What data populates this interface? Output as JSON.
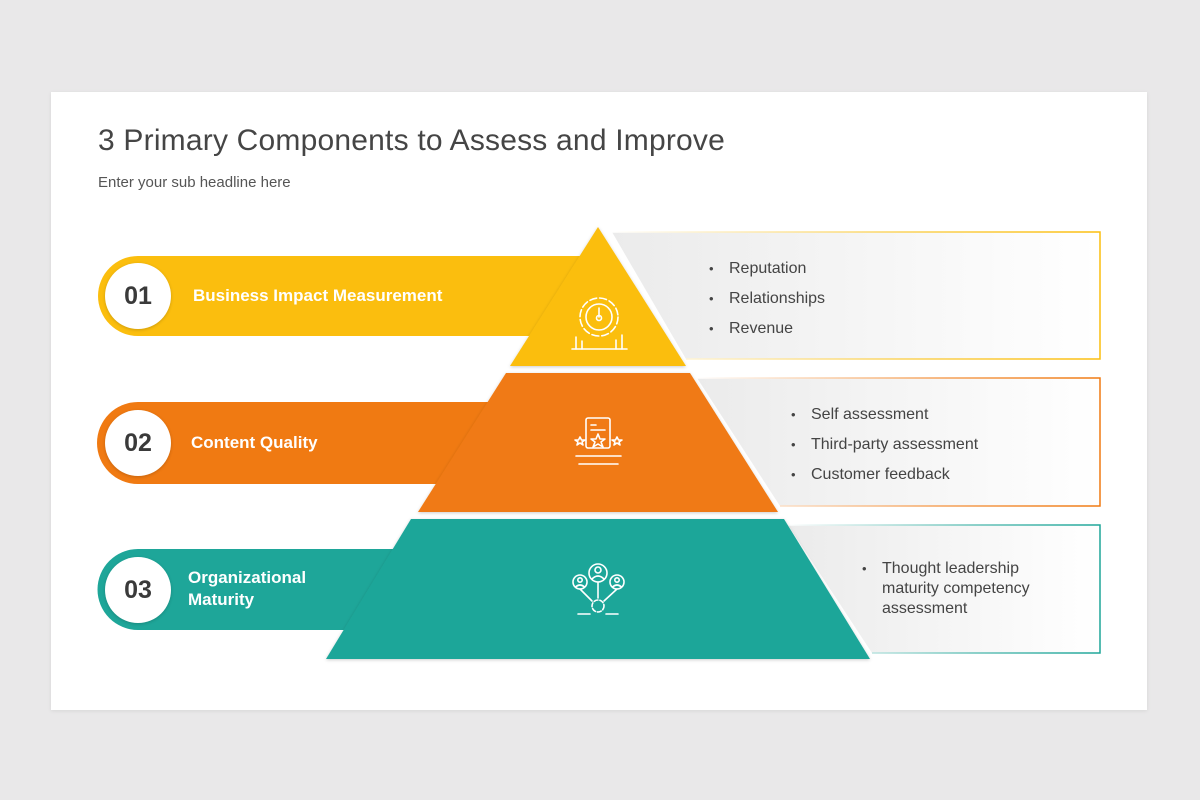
{
  "header": {
    "title": "3 Primary Components to Assess and Improve",
    "subtitle": "Enter your sub headline here"
  },
  "colors": {
    "yellow": "#fbbe0e",
    "orange": "#f07a12",
    "teal": "#1ea699"
  },
  "tiers": [
    {
      "number": "01",
      "label": "Business Impact Measurement",
      "icon": "gear-speedometer-chart-icon",
      "points": [
        "Reputation",
        "Relationships",
        "Revenue"
      ]
    },
    {
      "number": "02",
      "label": "Content Quality",
      "icon": "rated-document-stars-icon",
      "points": [
        "Self assessment",
        "Third-party assessment",
        "Customer feedback"
      ]
    },
    {
      "number": "03",
      "label_line1": "Organizational",
      "label_line2": "Maturity",
      "icon": "people-network-gear-icon",
      "points": [
        "Thought leadership maturity competency assessment"
      ]
    }
  ]
}
